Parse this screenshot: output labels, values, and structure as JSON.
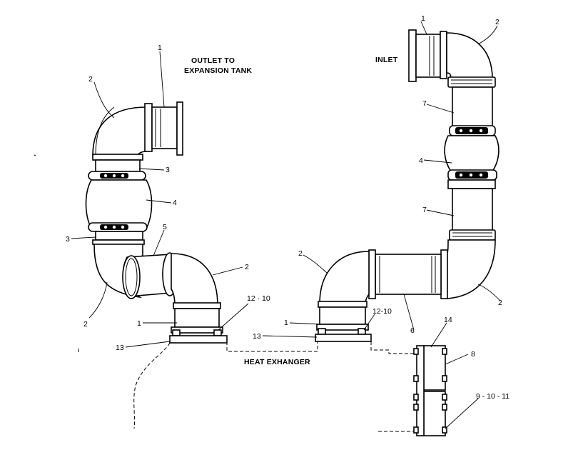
{
  "captions": {
    "outlet_line1": "OUTLET TO",
    "outlet_line2": "EXPANSION TANK",
    "inlet": "INLET",
    "heat_exchanger": "HEAT EXHANGER"
  },
  "callouts": {
    "outlet_flange": "1",
    "left_upper_elbow": "2",
    "left_upper_clamp": "3",
    "left_coupling": "4",
    "left_lower_clamp": "3",
    "left_hose": "5",
    "left_mid_elbow": "2",
    "left_lower_elbow": "2",
    "left_adapter": "1",
    "left_bolts": "12 · 10",
    "left_gasket": "13",
    "inlet_flange": "1",
    "inlet_elbow": "2",
    "right_upper_tube": "7",
    "right_coupling": "4",
    "right_lower_tube": "7",
    "middle_elbow": "2",
    "right_lower_elbow": "2",
    "middle_adapter": "1",
    "middle_bolts": "12-10",
    "middle_gasket": "13",
    "middle_pipe": "6",
    "bracket_top": "14",
    "bracket_side": "8",
    "bracket_bolts": "9 - 10 - 11"
  }
}
